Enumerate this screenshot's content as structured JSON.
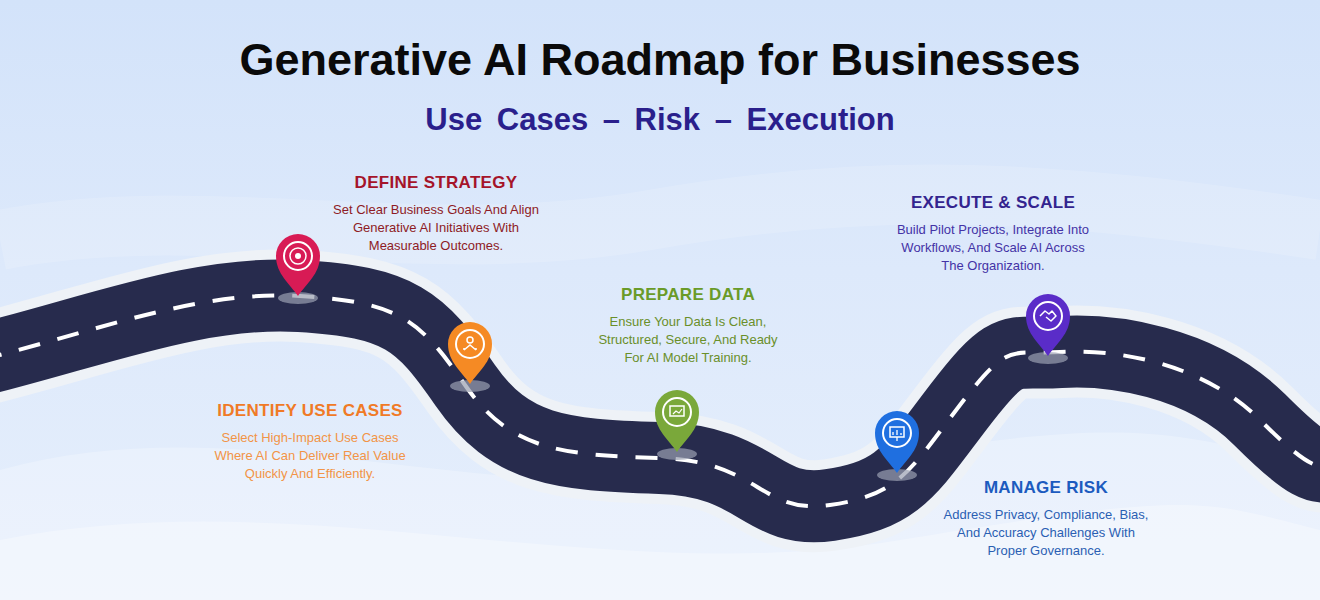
{
  "diagram": {
    "title": "Generative AI Roadmap for Businesses",
    "nodes": [
      {
        "text": [
          "DEFINE STRATEGY",
          "Set Clear Business Goals And Align Generative AI Initiatives With Measurable Outcomes."
        ]
      },
      {
        "text": [
          "IDENTIFY USE CASES",
          "Select High-Impact Use Cases Where AI Can Deliver Real Value Quickly And Efficiently."
        ]
      },
      {
        "text": [
          "PREPARE DATA",
          "Ensure Your Data Is Clean, Structured, Secure, And Ready For AI Model Training."
        ]
      },
      {
        "text": [
          "MANAGE RISK",
          "Address Privacy, Compliance, Bias, And Accuracy Challenges With Proper Governance."
        ]
      },
      {
        "text": [
          "EXECUTE & SCALE",
          "Build Pilot Projects, Integrate Into Workflows, And Scale AI Across The Organization."
        ]
      }
    ],
    "labels": [
      "Use Cases – Risk – Execution"
    ]
  }
}
